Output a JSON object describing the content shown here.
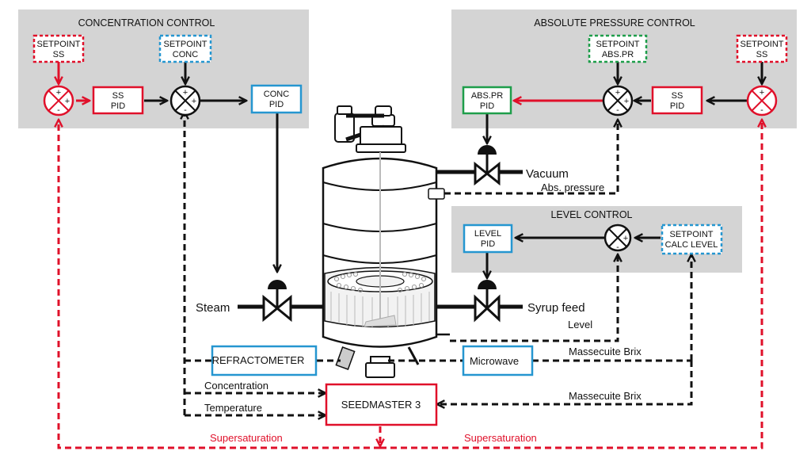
{
  "groups": {
    "concentration": {
      "title": "CONCENTRATION CONTROL"
    },
    "abs_pressure": {
      "title": "ABSOLUTE PRESSURE CONTROL"
    },
    "level": {
      "title": "LEVEL CONTROL"
    }
  },
  "blocks": {
    "setpoint_ss_left": [
      "SETPOINT",
      "SS"
    ],
    "setpoint_conc": [
      "SETPOINT",
      "CONC"
    ],
    "ss_pid_left": [
      "SS",
      "PID"
    ],
    "conc_pid": [
      "CONC",
      "PID"
    ],
    "setpoint_abspr": [
      "SETPOINT",
      "ABS.PR"
    ],
    "setpoint_ss_right": [
      "SETPOINT",
      "SS"
    ],
    "abspr_pid": [
      "ABS.PR",
      "PID"
    ],
    "ss_pid_right": [
      "SS",
      "PID"
    ],
    "level_pid": [
      "LEVEL",
      "PID"
    ],
    "setpoint_calc_level": [
      "SETPOINT",
      "CALC LEVEL"
    ],
    "refractometer": "REFRACTOMETER",
    "microwave": "Microwave",
    "seedmaster": "SEEDMASTER 3"
  },
  "labels": {
    "vacuum": "Vacuum",
    "abs_pressure": "Abs. pressure",
    "steam": "Steam",
    "syrup_feed": "Syrup feed",
    "level": "Level",
    "massecuite_brix_top": "Massecuite Brix",
    "massecuite_brix_bottom": "Massecuite Brix",
    "concentration": "Concentration",
    "temperature": "Temperature",
    "supersaturation_left": "Supersaturation",
    "supersaturation_right": "Supersaturation"
  },
  "signs": {
    "plus": "+",
    "minus": "-"
  },
  "colors": {
    "red": "#e0102a",
    "blue": "#2596d0",
    "green": "#1e9e4a",
    "panel": "#d4d4d4",
    "line": "#111111"
  }
}
